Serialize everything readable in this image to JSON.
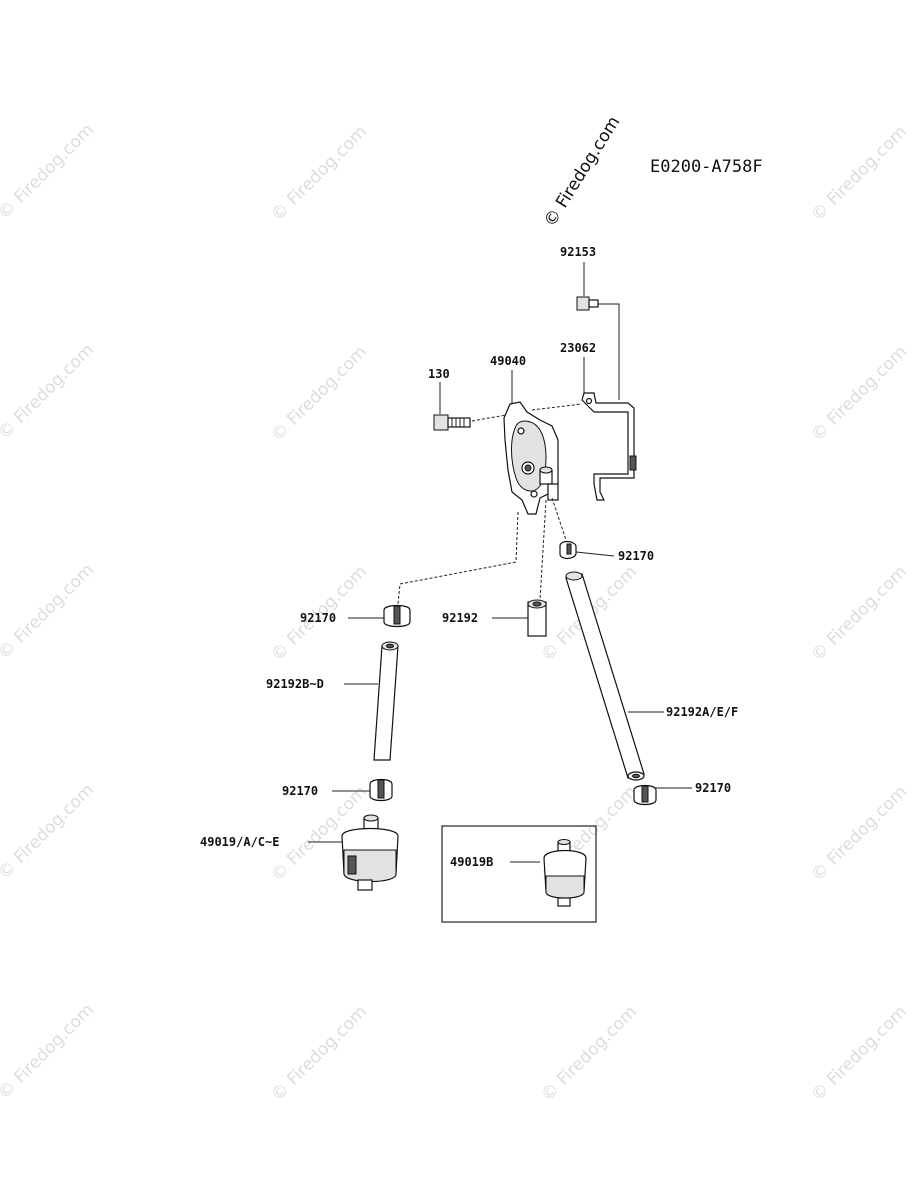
{
  "diagram": {
    "code": "E0200-A758F",
    "watermark": "© Firedog.com",
    "labels": {
      "bolt_92153": "92153",
      "bolt_130": "130",
      "pump_49040": "49040",
      "bracket_23062": "23062",
      "clamp_92170_pump": "92170",
      "clamp_92170_left": "92170",
      "hose_92192": "92192",
      "hose_92192b_d": "92192B~D",
      "hose_92192a_e_f": "92192A/E/F",
      "clamp_92170_lower_left": "92170",
      "clamp_92170_lower_right": "92170",
      "filter_49019": "49019/A/C~E",
      "filter_49019b": "49019B"
    }
  }
}
